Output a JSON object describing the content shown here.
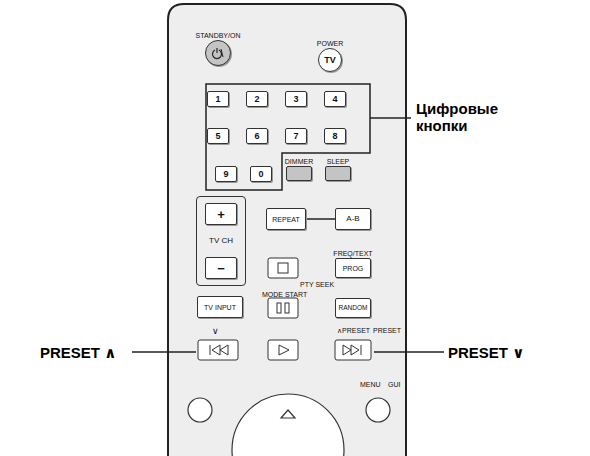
{
  "diagram": {
    "nodes": [
      {
        "text": [
          "STANDBY/ON"
        ]
      },
      {
        "text": [
          "POWER",
          "TV"
        ]
      },
      {
        "text": [
          "1"
        ]
      },
      {
        "text": [
          "2"
        ]
      },
      {
        "text": [
          "3"
        ]
      },
      {
        "text": [
          "4"
        ]
      },
      {
        "text": [
          "5"
        ]
      },
      {
        "text": [
          "6"
        ]
      },
      {
        "text": [
          "7"
        ]
      },
      {
        "text": [
          "8"
        ]
      },
      {
        "text": [
          "9"
        ]
      },
      {
        "text": [
          "0"
        ]
      },
      {
        "text": [
          "DIMMER"
        ]
      },
      {
        "text": [
          "SLEEP"
        ]
      },
      {
        "text": [
          "TV CH"
        ]
      },
      {
        "text": [
          "+"
        ],
        "in": 14
      },
      {
        "text": [
          "−"
        ],
        "in": 14
      },
      {
        "text": [
          "TV INPUT"
        ]
      },
      {
        "text": [
          "REPEAT"
        ]
      },
      {
        "text": [
          "A-B"
        ]
      },
      {
        "text": [
          "FREQ/TEXT",
          "PROG"
        ]
      },
      {
        "text": [
          "RANDOM"
        ]
      }
    ],
    "edges": [
      {
        "from": 18,
        "to": 19,
        "arrow": "none"
      }
    ],
    "labels": [
      "MODE START",
      "PTY SEEK",
      "∨",
      "∧PRESET",
      "PRESET",
      "MENU",
      "GUI",
      "Цифровые кнопки",
      "PRESET ∧",
      "PRESET ∨"
    ]
  }
}
